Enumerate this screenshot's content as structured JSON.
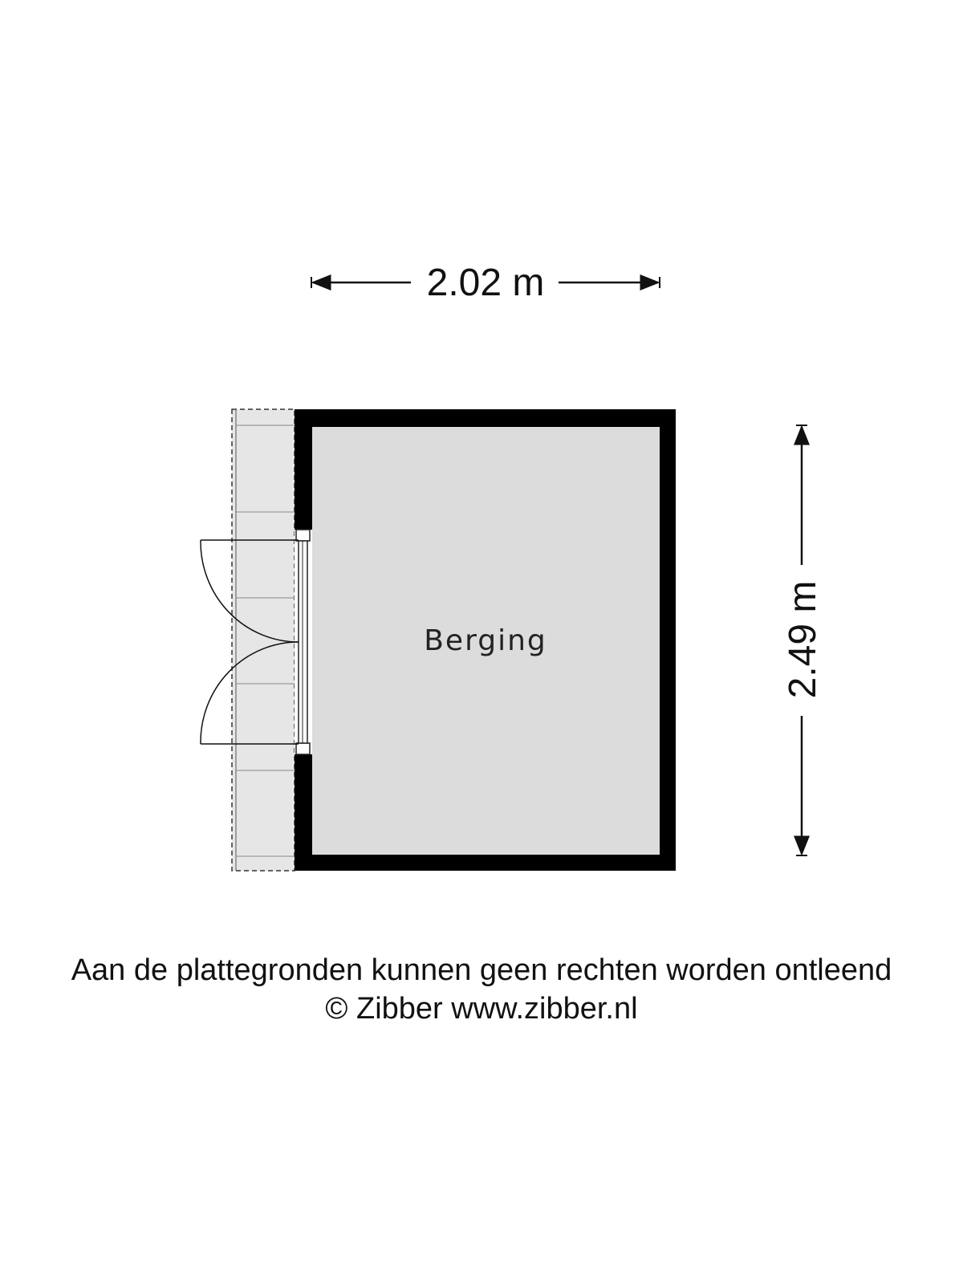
{
  "dimensions": {
    "width_label": "2.02 m",
    "height_label": "2.49 m"
  },
  "room": {
    "name": "Berging"
  },
  "footer": {
    "disclaimer": "Aan de plattegronden kunnen geen rechten worden ontleend",
    "copyright": "© Zibber www.zibber.nl"
  },
  "colors": {
    "wall": "#000000",
    "floor": "#dcdcdc",
    "terrace": "#e6e6e6",
    "line": "#222222"
  }
}
